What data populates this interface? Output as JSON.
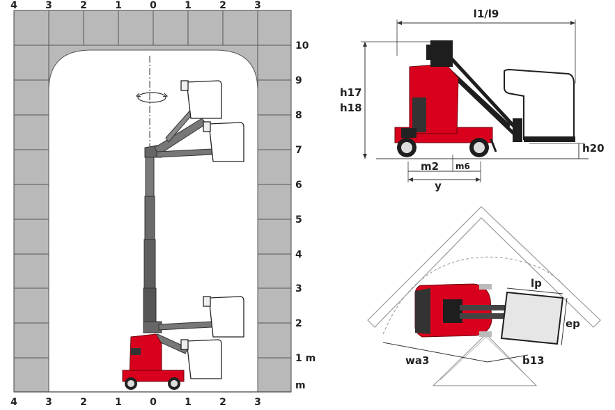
{
  "grid": {
    "top_ticks": [
      "4",
      "3",
      "2",
      "1",
      "0",
      "1",
      "2",
      "3"
    ],
    "bottom_ticks": [
      "4",
      "3",
      "2",
      "1",
      "0",
      "1",
      "2",
      "3"
    ],
    "right_ticks": [
      "10",
      "9",
      "8",
      "7",
      "6",
      "5",
      "4",
      "3",
      "2",
      "1 m",
      "m"
    ]
  },
  "side_view": {
    "labels": {
      "l1l9": "l1/l9",
      "h17": "h17",
      "h18": "h18",
      "h20": "h20",
      "m2": "m2",
      "m6": "m6",
      "y": "y"
    }
  },
  "top_view": {
    "labels": {
      "lp": "lp",
      "ep": "ep",
      "wa3": "wa3",
      "b13": "b13"
    }
  },
  "colors": {
    "machine_red": "#d8001c",
    "wall_gray": "#b8b8b8",
    "mast_gray": "#6e6e6e",
    "dark": "#1e1e1e"
  }
}
